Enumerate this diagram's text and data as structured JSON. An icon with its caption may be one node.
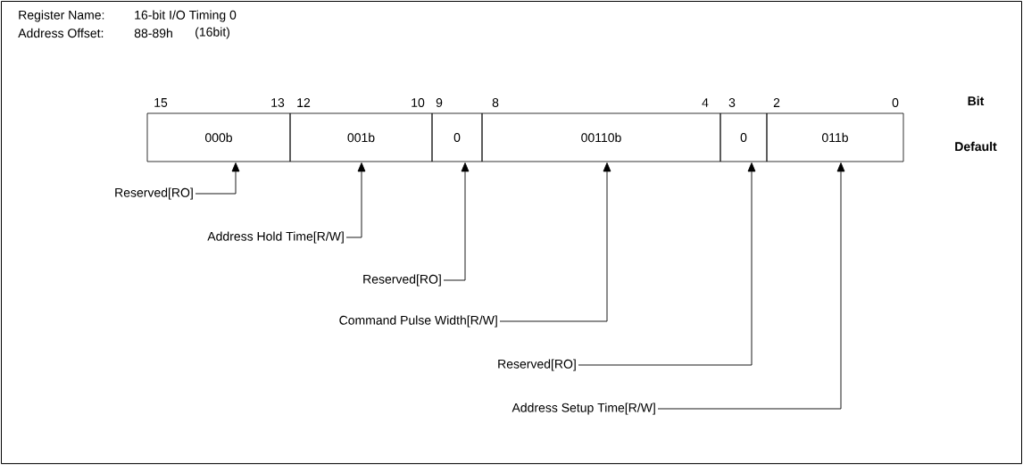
{
  "diagram": {
    "nodes": [
      {
        "text": [
          "000b"
        ]
      },
      {
        "text": [
          "001b"
        ]
      },
      {
        "text": [
          "0"
        ]
      },
      {
        "text": [
          "00110b"
        ]
      },
      {
        "text": [
          "0"
        ]
      },
      {
        "text": [
          "011b"
        ]
      },
      {
        "text": [
          "Reserved[RO]"
        ]
      },
      {
        "text": [
          "Address Hold Time[R/W]"
        ]
      },
      {
        "text": [
          "Reserved[RO]"
        ]
      },
      {
        "text": [
          "Command Pulse Width[R/W]"
        ]
      },
      {
        "text": [
          "Reserved[RO]"
        ]
      },
      {
        "text": [
          "Address Setup Time[R/W]"
        ]
      }
    ],
    "edges": [
      {
        "from": 6,
        "to": 0,
        "arrow": "to"
      },
      {
        "from": 7,
        "to": 1,
        "arrow": "to"
      },
      {
        "from": 8,
        "to": 2,
        "arrow": "to"
      },
      {
        "from": 9,
        "to": 3,
        "arrow": "to"
      },
      {
        "from": 10,
        "to": 4,
        "arrow": "to"
      },
      {
        "from": 11,
        "to": 5,
        "arrow": "to"
      }
    ],
    "labels": [
      "Register Name:",
      "16-bit I/O Timing 0",
      "Address Offset:",
      "88-89h",
      "(16bit)",
      "15",
      "13",
      "12",
      "10",
      "9",
      "8",
      "4",
      "3",
      "2",
      "0",
      "Bit",
      "Default"
    ]
  }
}
